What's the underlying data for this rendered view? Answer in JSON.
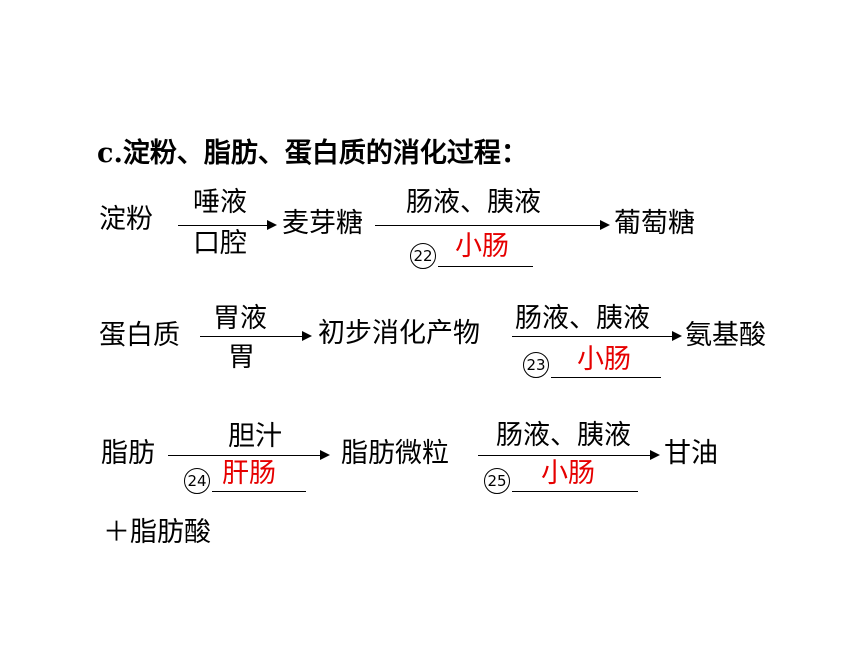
{
  "heading": "c.淀粉、脂肪、蛋白质的消化过程：",
  "starch": {
    "substrate": "淀粉",
    "step1_enzyme": "唾液",
    "step1_site": "口腔",
    "intermediate": "麦芽糖",
    "step2_enzyme": "肠液、胰液",
    "step2_blank_no": "22",
    "step2_answer": "小肠",
    "product": "葡萄糖"
  },
  "protein": {
    "substrate": "蛋白质",
    "step1_enzyme": "胃液",
    "step1_site": "胃",
    "intermediate": "初步消化产物",
    "step2_enzyme": "肠液、胰液",
    "step2_blank_no": "23",
    "step2_answer": "小肠",
    "product": "氨基酸"
  },
  "fat": {
    "substrate": "脂肪",
    "step1_enzyme": "胆汁",
    "step1_blank_no": "24",
    "step1_answer": "肝肠",
    "intermediate": "脂肪微粒",
    "step2_enzyme": "肠液、胰液",
    "step2_blank_no": "25",
    "step2_answer": "小肠",
    "product": "甘油",
    "product_extra": "＋脂肪酸"
  },
  "colors": {
    "answer": "#e60000",
    "text": "#000000"
  }
}
